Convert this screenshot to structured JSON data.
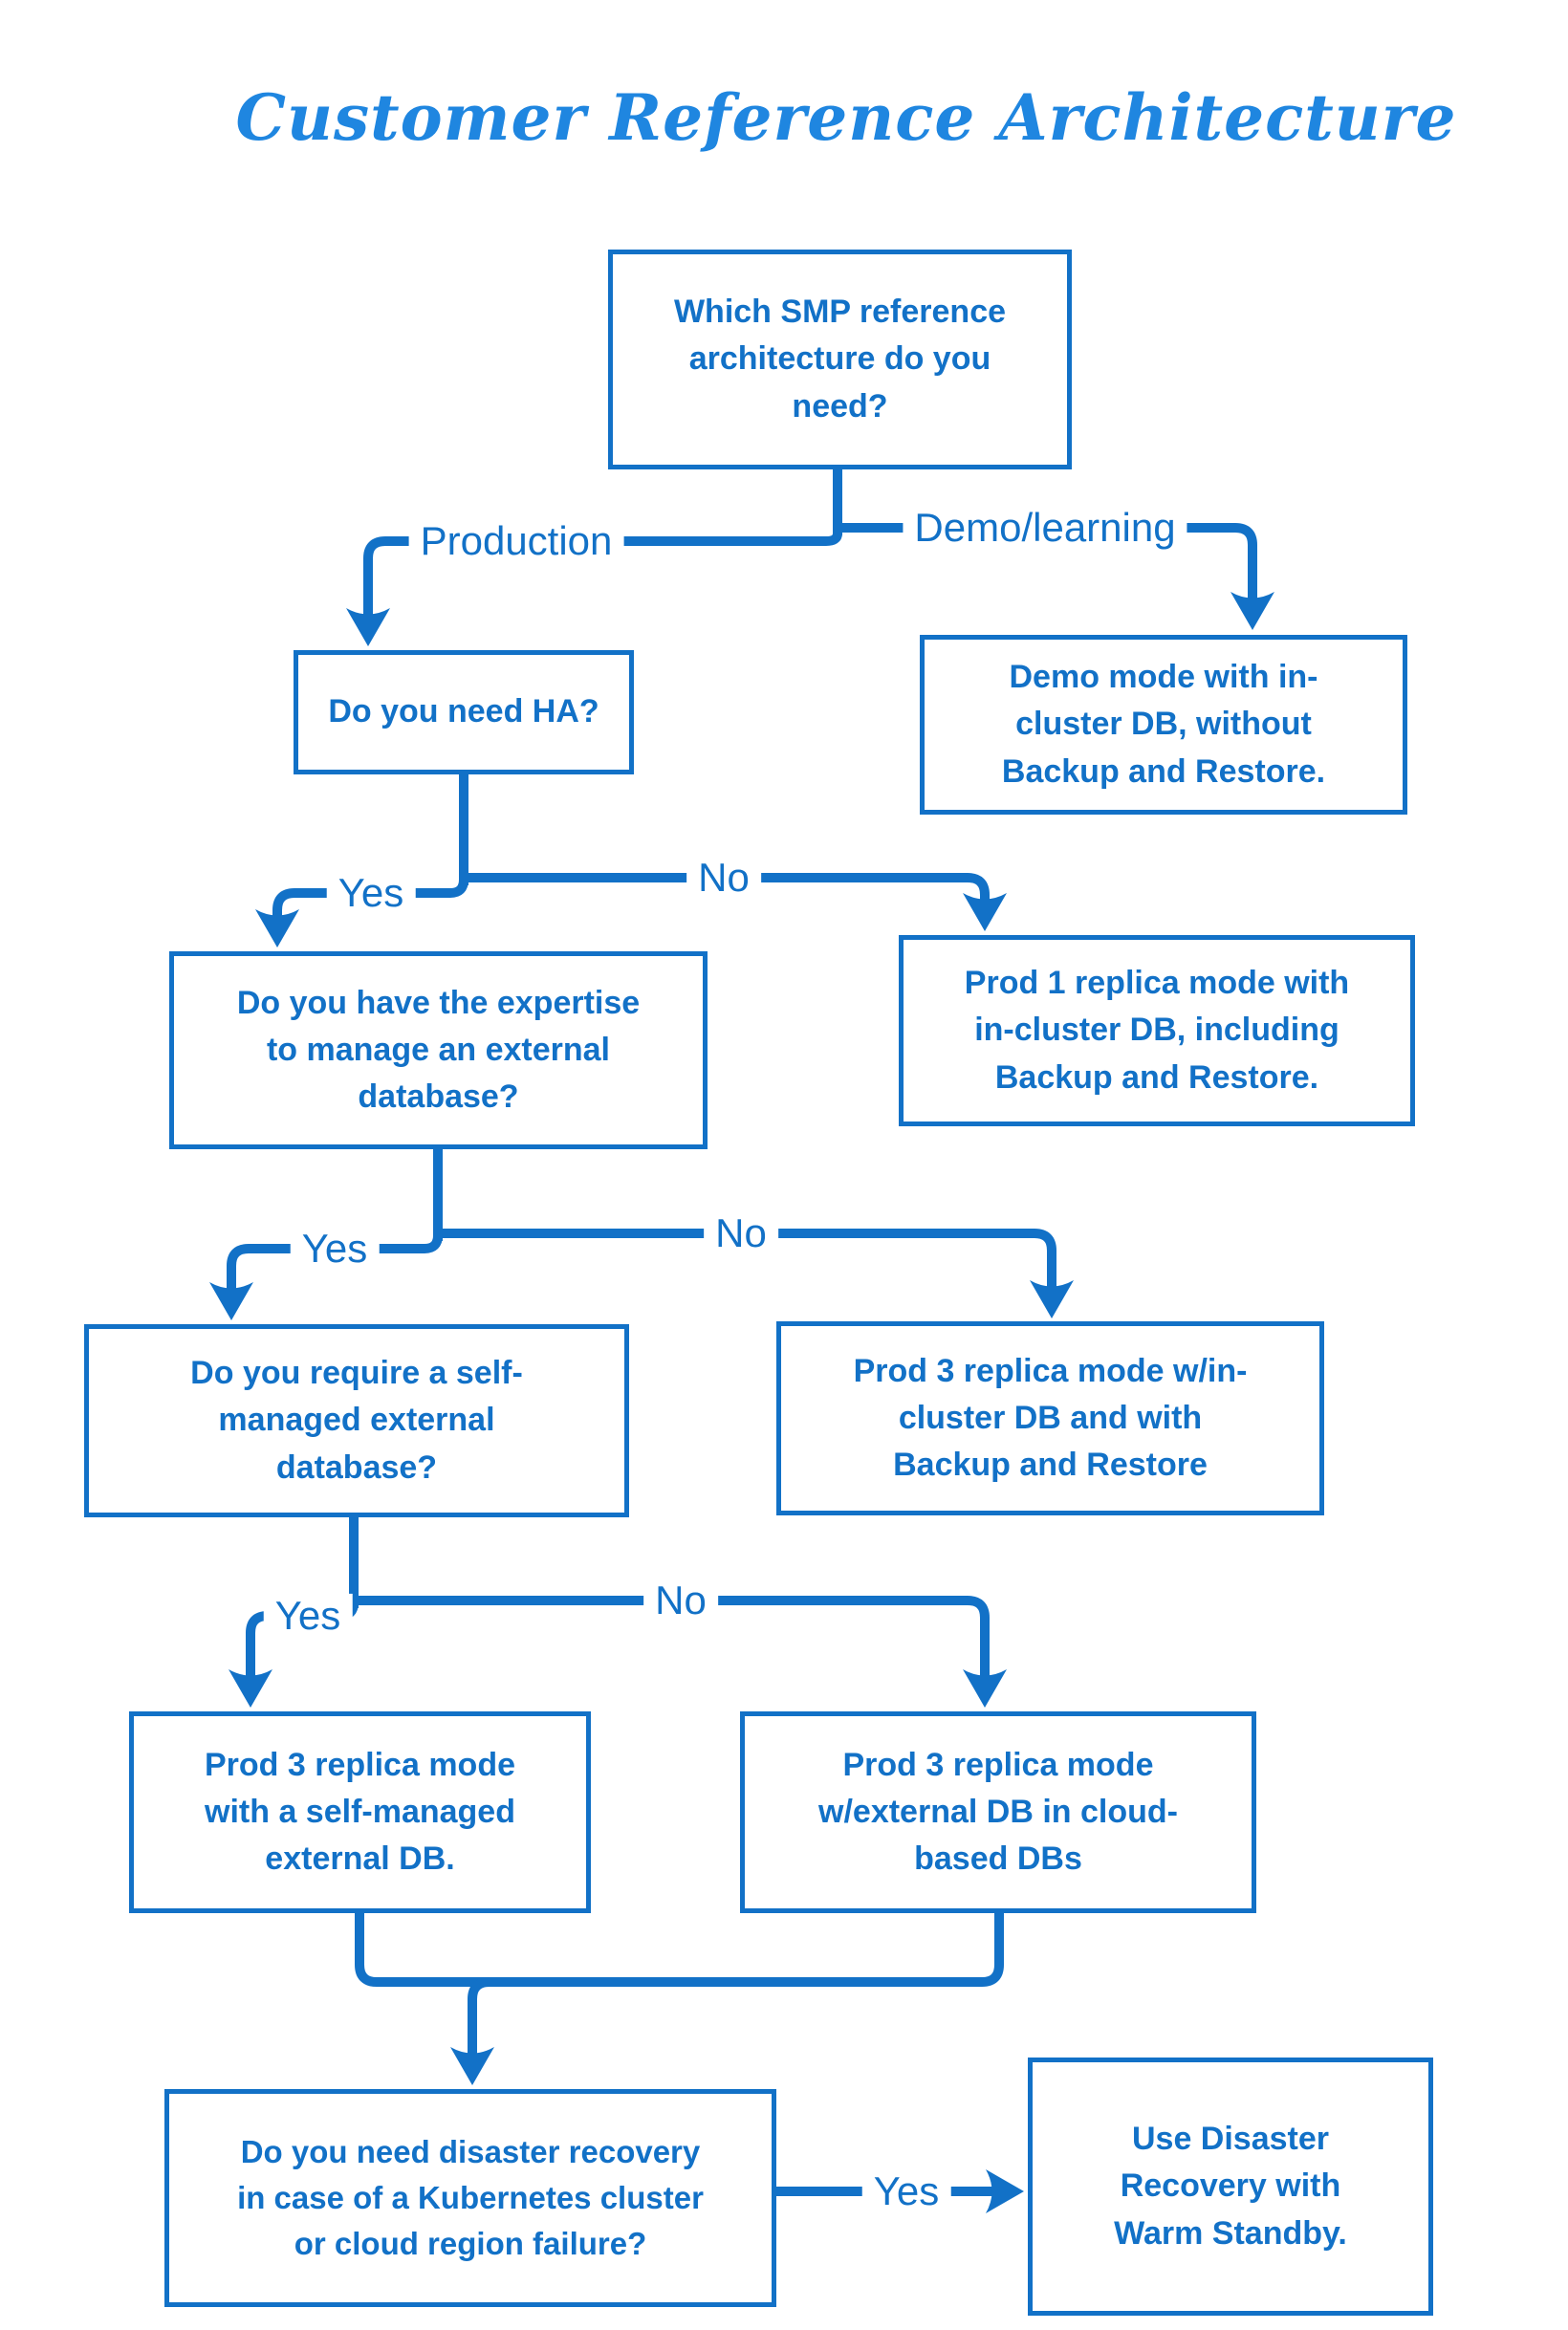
{
  "title": "Customer Reference Architecture",
  "colors": {
    "line_blue": "#1271c7",
    "title_blue": "#1f86e0",
    "background": "#ffffff"
  },
  "flow": {
    "nodes": {
      "root": {
        "text": "Which SMP reference\narchitecture do you\nneed?"
      },
      "need_ha": {
        "text": "Do you need HA?"
      },
      "demo_mode": {
        "text": "Demo mode with in-\ncluster DB, without\nBackup and Restore."
      },
      "expertise": {
        "text": "Do you have the expertise\nto manage an external\ndatabase?"
      },
      "prod1_incluster": {
        "text": "Prod 1 replica mode with\nin-cluster DB, including\nBackup and Restore."
      },
      "self_managed_q": {
        "text": "Do you require a self-\nmanaged external\ndatabase?"
      },
      "prod3_incluster": {
        "text": "Prod 3 replica mode w/in-\ncluster DB and with\nBackup and Restore"
      },
      "prod3_selfmanaged": {
        "text": "Prod 3 replica mode\nwith a self-managed\nexternal DB."
      },
      "prod3_cloud": {
        "text": "Prod 3 replica mode\nw/external DB in cloud-\nbased DBs"
      },
      "disaster_q": {
        "text": "Do you need disaster recovery\nin case of a Kubernetes cluster\nor cloud region failure?"
      },
      "disaster_result": {
        "text": "Use Disaster\nRecovery with\nWarm Standby."
      }
    },
    "edges": [
      {
        "from": "root",
        "to": "need_ha",
        "label": "Production"
      },
      {
        "from": "root",
        "to": "demo_mode",
        "label": "Demo/learning"
      },
      {
        "from": "need_ha",
        "to": "expertise",
        "label": "Yes"
      },
      {
        "from": "need_ha",
        "to": "prod1_incluster",
        "label": "No"
      },
      {
        "from": "expertise",
        "to": "self_managed_q",
        "label": "Yes"
      },
      {
        "from": "expertise",
        "to": "prod3_incluster",
        "label": "No"
      },
      {
        "from": "self_managed_q",
        "to": "prod3_selfmanaged",
        "label": "Yes"
      },
      {
        "from": "self_managed_q",
        "to": "prod3_cloud",
        "label": "No"
      },
      {
        "from": "prod3_selfmanaged",
        "to": "disaster_q",
        "label": ""
      },
      {
        "from": "prod3_cloud",
        "to": "disaster_q",
        "label": ""
      },
      {
        "from": "disaster_q",
        "to": "disaster_result",
        "label": "Yes"
      }
    ]
  }
}
